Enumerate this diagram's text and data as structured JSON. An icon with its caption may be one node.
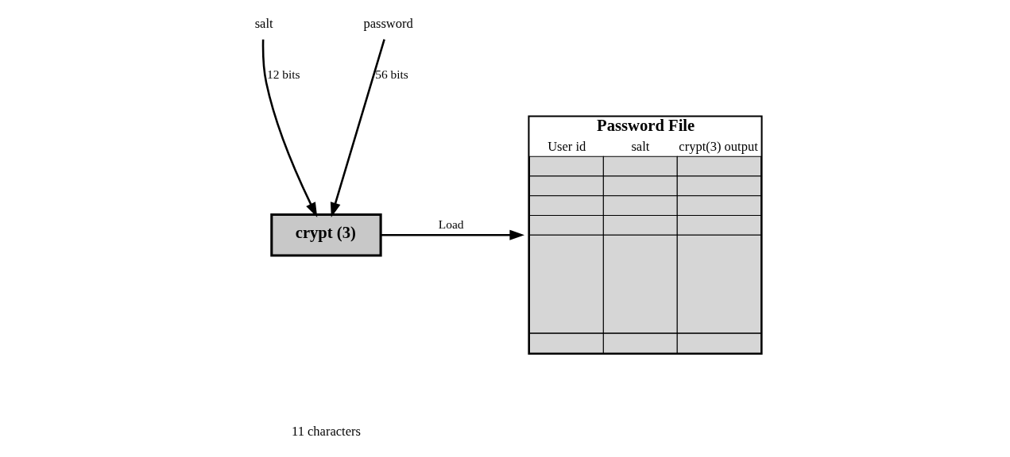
{
  "diagram": {
    "nodes": [
      {
        "text": [
          "salt"
        ]
      },
      {
        "text": [
          "password"
        ]
      },
      {
        "text": [
          "crypt (3)"
        ]
      },
      {
        "text": [
          "Password File",
          "User id",
          "salt",
          "crypt(3) output"
        ]
      }
    ],
    "edges": [
      {
        "from": 0,
        "to": 2,
        "arrow": "to",
        "label": "12 bits"
      },
      {
        "from": 1,
        "to": 2,
        "arrow": "to",
        "label": "56 bits"
      },
      {
        "from": 2,
        "to": 3,
        "arrow": "to",
        "label": "Load"
      }
    ],
    "labels": [
      "11 characters"
    ]
  }
}
